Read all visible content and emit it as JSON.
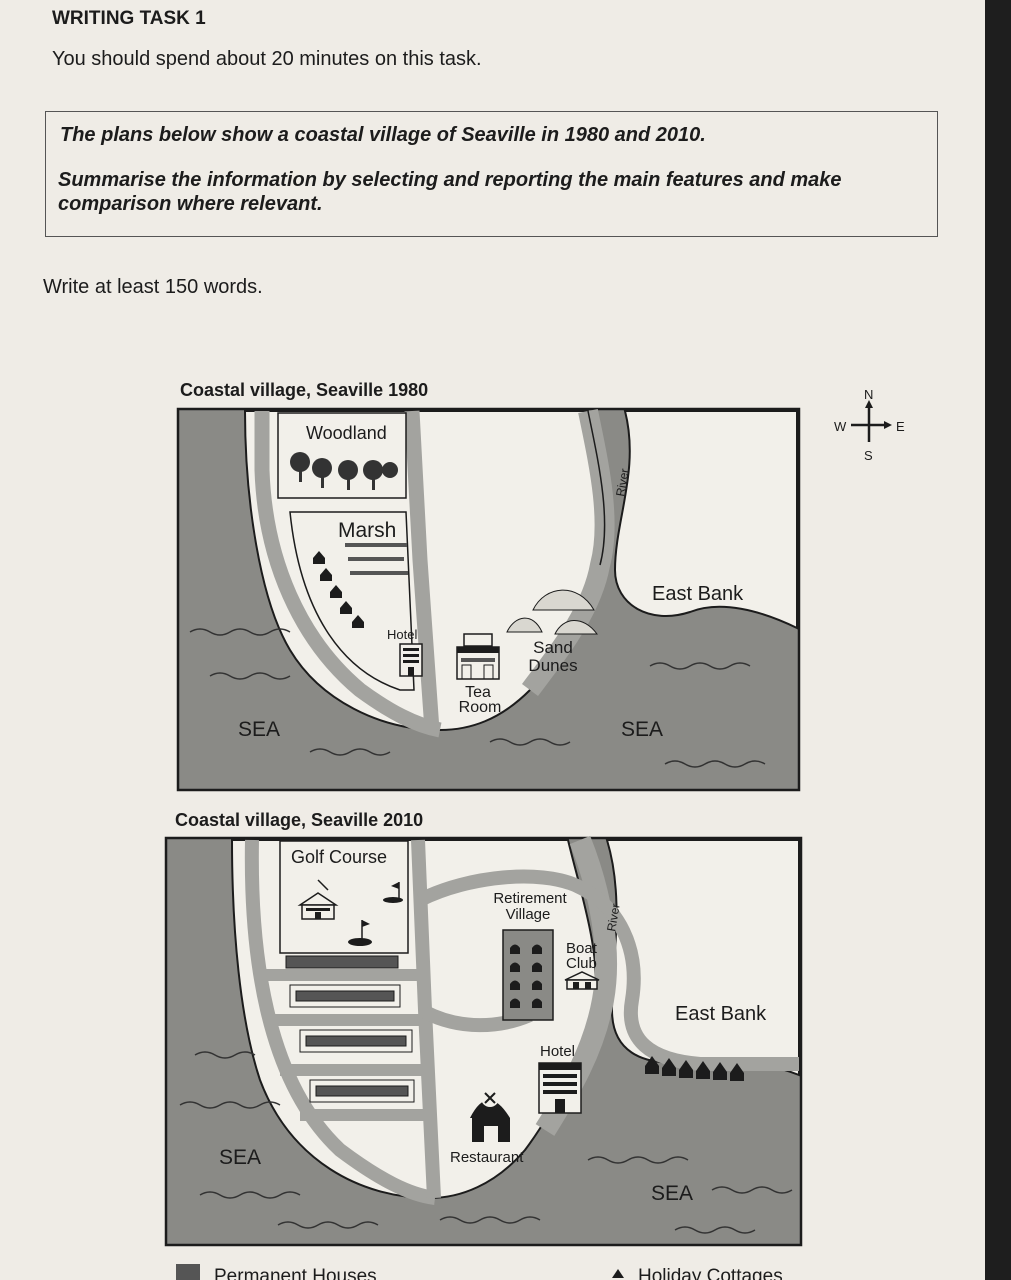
{
  "task": {
    "heading": "WRITING TASK 1",
    "time_note": "You should spend about 20 minutes on this task.",
    "prompt_line1": "The plans below show a coastal village of Seaville in 1980 and 2010.",
    "prompt_line2": "Summarise the information by selecting and reporting the main features and make comparison where relevant.",
    "word_count": "Write at least 150 words."
  },
  "compass": {
    "north": "N",
    "south": "S",
    "east": "E",
    "west": "W"
  },
  "map1980": {
    "title": "Coastal village, Seaville 1980",
    "woodland": "Woodland",
    "marsh": "Marsh",
    "hotel": "Hotel",
    "tea_room_1": "Tea",
    "tea_room_2": "Room",
    "sand_dunes_1": "Sand",
    "sand_dunes_2": "Dunes",
    "river": "River",
    "east_bank": "East Bank",
    "sea_left": "SEA",
    "sea_right": "SEA"
  },
  "map2010": {
    "title": "Coastal village, Seaville 2010",
    "golf_course": "Golf Course",
    "retirement_1": "Retirement",
    "retirement_2": "Village",
    "boat_club_1": "Boat",
    "boat_club_2": "Club",
    "river": "River",
    "east_bank": "East Bank",
    "hotel": "Hotel",
    "restaurant": "Restaurant",
    "sea_left": "SEA",
    "sea_right": "SEA"
  },
  "legend": {
    "permanent_houses": "Permanent Houses",
    "holiday_cottages": "Holiday Cottages"
  },
  "colors": {
    "sea": "#8a8a86",
    "land": "#f2f0ea",
    "road": "#a3a39f",
    "ink": "#1c1c1c"
  }
}
